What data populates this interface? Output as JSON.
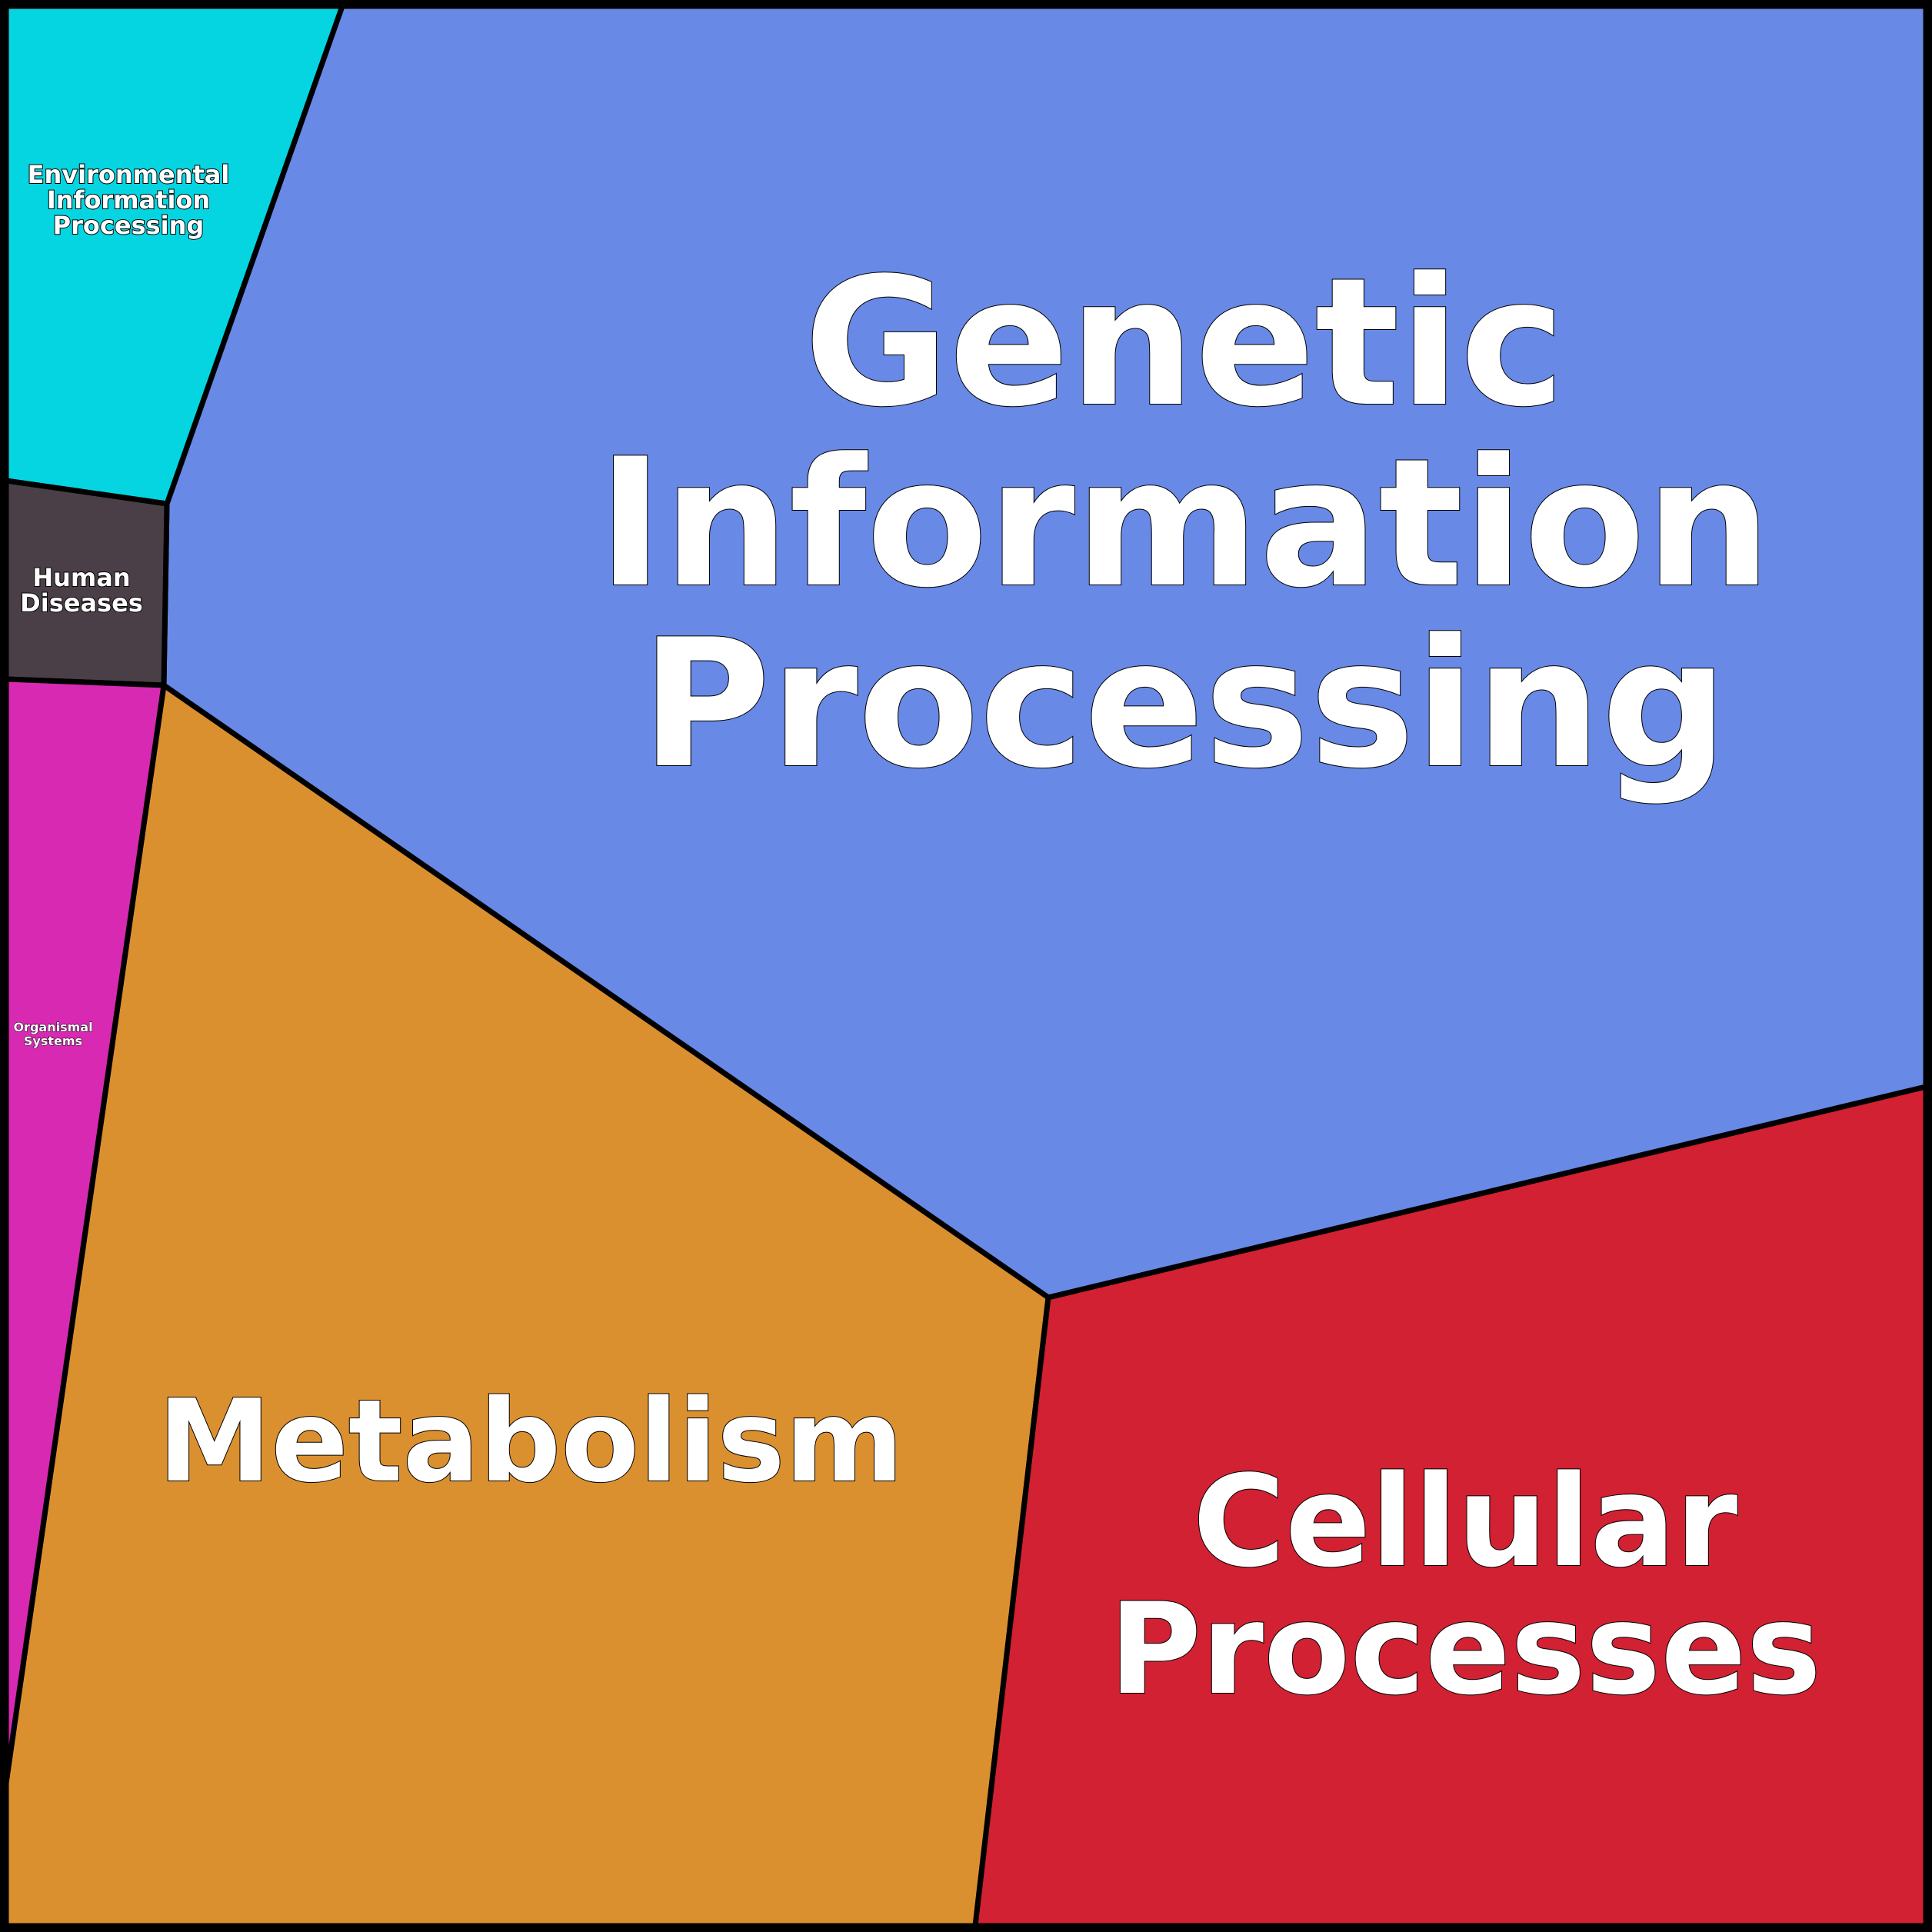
{
  "chart_data": {
    "type": "voronoi-treemap",
    "categories": [
      {
        "label": "Genetic Information Processing",
        "lines": [
          "Genetic",
          "Information",
          "Processing"
        ],
        "color": "#6889e5"
      },
      {
        "label": "Metabolism",
        "lines": [
          "Metabolism"
        ],
        "color": "#db9030"
      },
      {
        "label": "Cellular Processes",
        "lines": [
          "Cellular",
          "Processes"
        ],
        "color": "#d12132"
      },
      {
        "label": "Environmental Information Processing",
        "lines": [
          "Environmental",
          "Information",
          "Processing"
        ],
        "color": "#05d5e0"
      },
      {
        "label": "Human Diseases",
        "lines": [
          "Human",
          "Diseases"
        ],
        "color": "#4a3f47"
      },
      {
        "label": "Organismal Systems",
        "lines": [
          "Organismal",
          "Systems"
        ],
        "color": "#d829b3"
      }
    ],
    "legend": "none",
    "grid": false
  }
}
